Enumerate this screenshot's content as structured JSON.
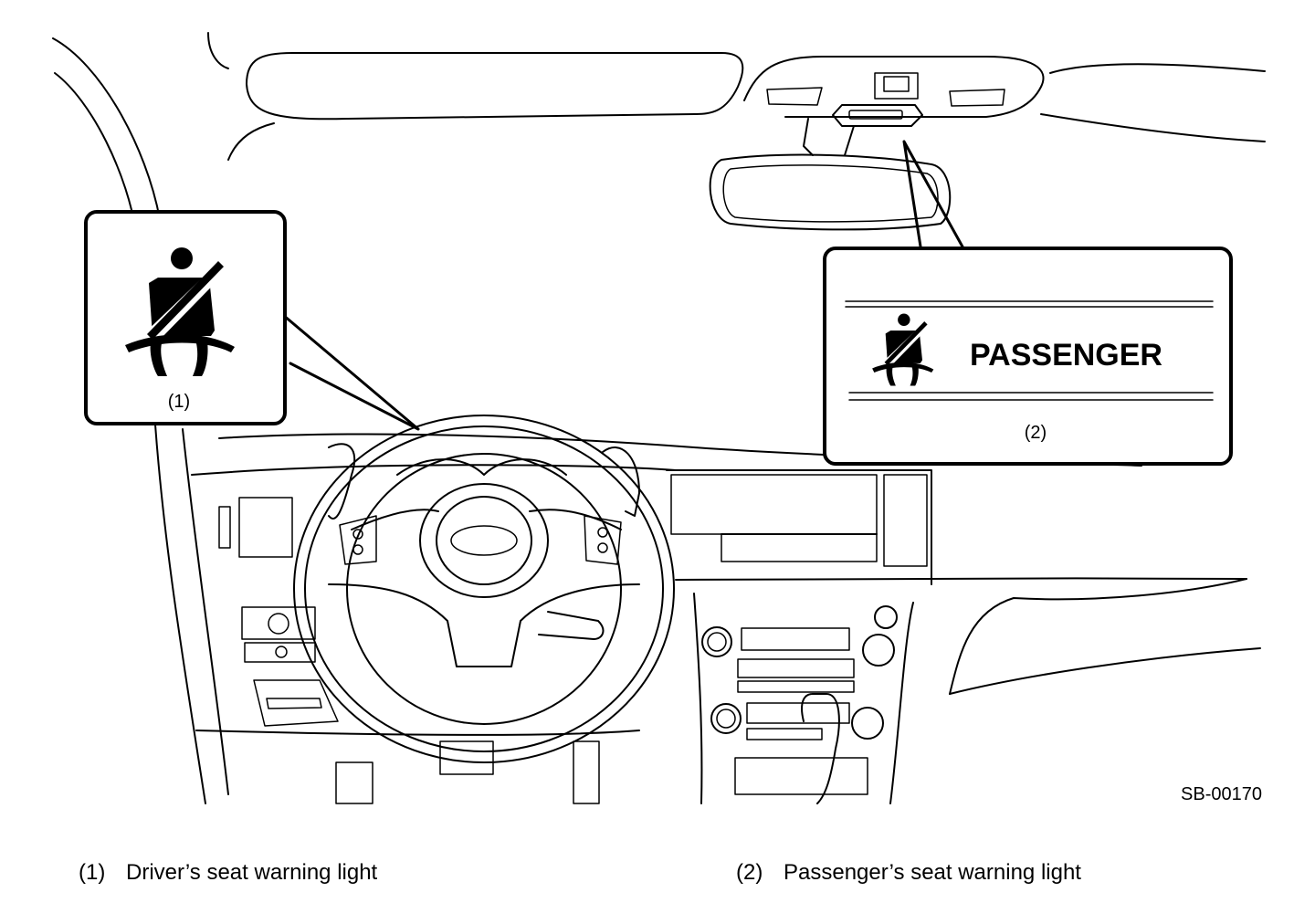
{
  "figure": {
    "figure_code": "SB-00170",
    "callouts": [
      {
        "id": "1",
        "number_label": "(1)"
      },
      {
        "id": "2",
        "number_label": "(2)",
        "panel_text": "PASSENGER"
      }
    ]
  },
  "legend": [
    {
      "number": "(1)",
      "text": "Driver’s seat warning light"
    },
    {
      "number": "(2)",
      "text": "Passenger’s seat warning light"
    }
  ],
  "icons": [
    "seatbelt-warning-icon",
    "seatbelt-warning-icon"
  ]
}
